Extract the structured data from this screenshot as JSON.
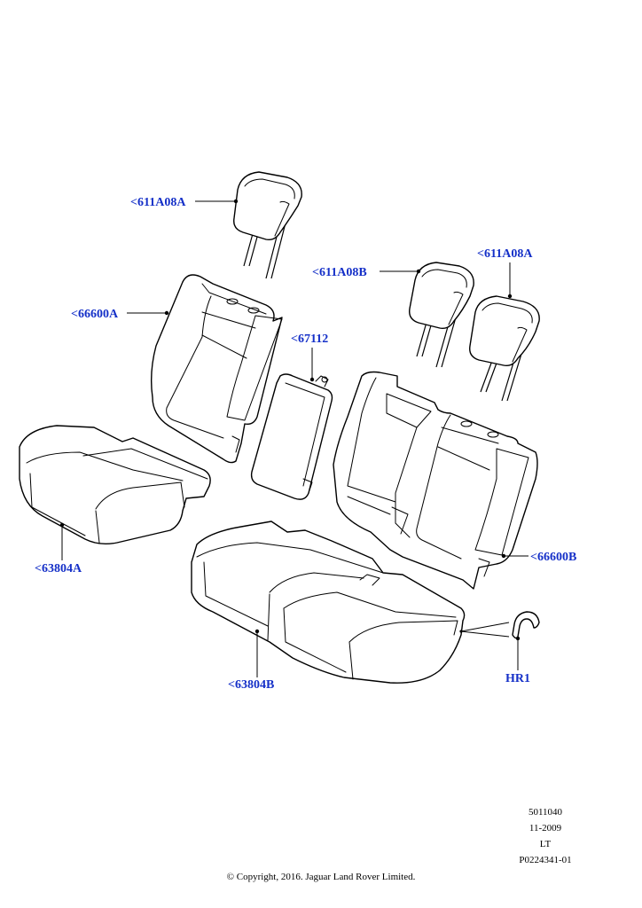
{
  "callouts": {
    "headrest_left": "<611A08A",
    "headrest_mid": "<611A08B",
    "headrest_right": "<611A08A",
    "backrest_left": "<66600A",
    "armrest": "<67112",
    "backrest_right": "<66600B",
    "cushion_left": "<63804A",
    "cushion_right": "<63804B",
    "hook": "HR1"
  },
  "meta": {
    "line1": "5011040",
    "line2": "11-2009",
    "line3": "LT",
    "line4": "P0224341-01"
  },
  "copyright": "© Copyright, 2016. Jaguar Land Rover Limited.",
  "colors": {
    "callout": "#1530c8",
    "line": "#000000"
  }
}
